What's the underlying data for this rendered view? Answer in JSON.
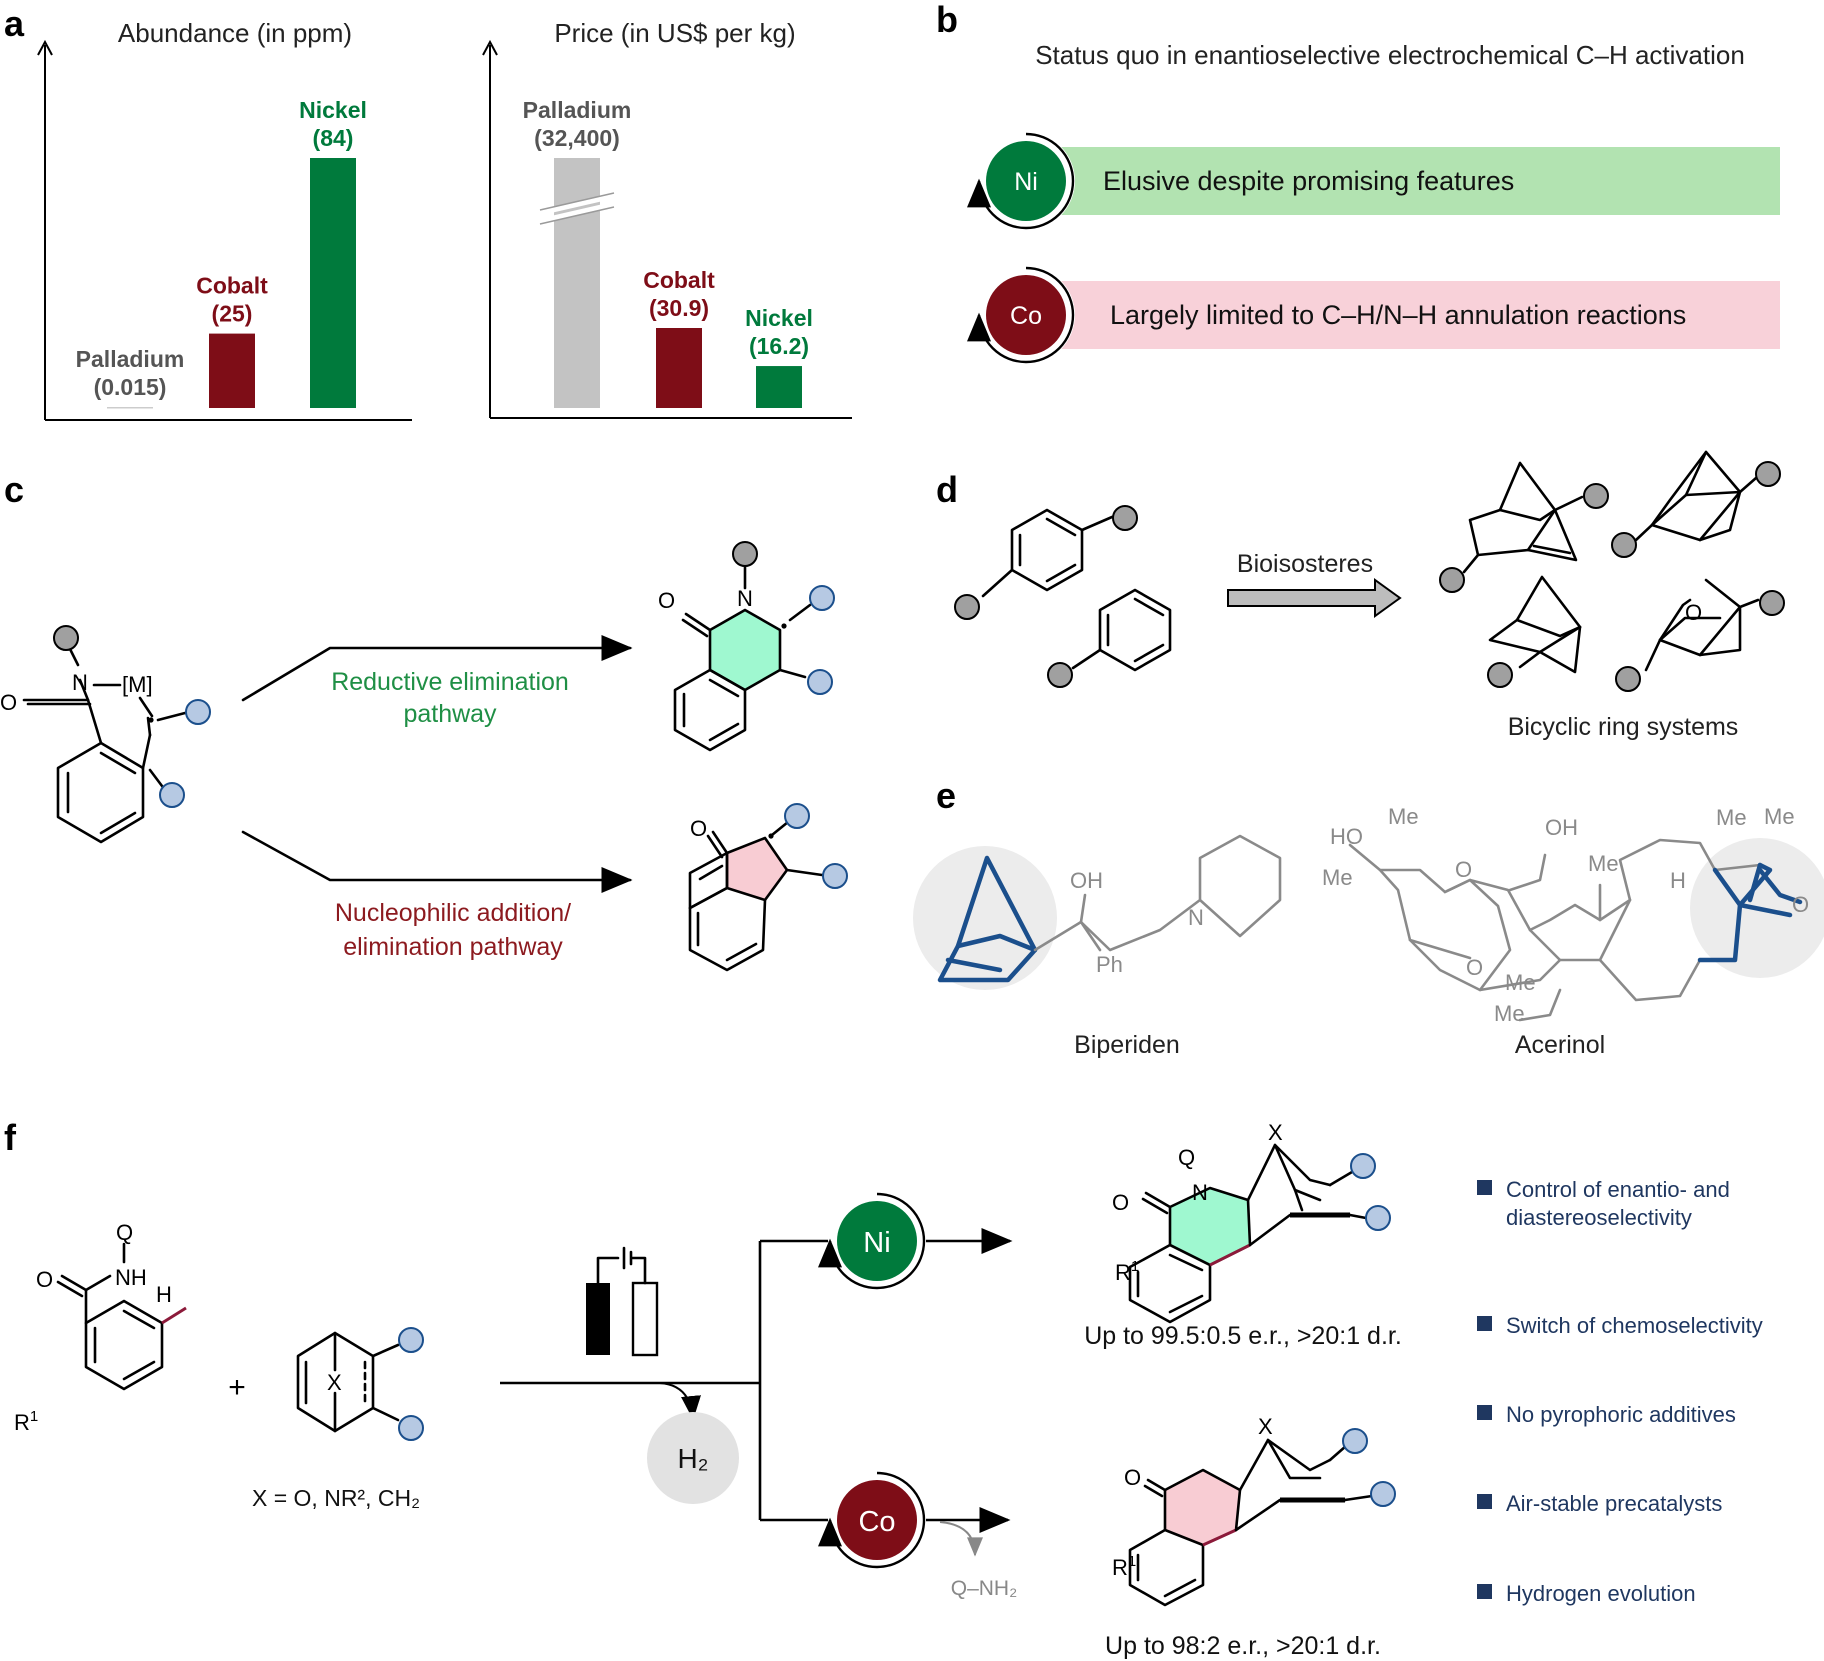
{
  "panels": {
    "a": "a",
    "b": "b",
    "c": "c",
    "d": "d",
    "e": "e",
    "f": "f"
  },
  "panel_a": {
    "charts": [
      {
        "title": "Abundance (in ppm)",
        "bars": [
          {
            "name": "Palladium",
            "value_label": "(0.015)",
            "value": 0.015,
            "color": "#cccccc",
            "label_color": "#555555"
          },
          {
            "name": "Cobalt",
            "value_label": "(25)",
            "value": 25,
            "color": "#7e0d17",
            "label_color": "#7e0d17"
          },
          {
            "name": "Nickel",
            "value_label": "(84)",
            "value": 84,
            "color": "#007a3c",
            "label_color": "#007a3c"
          }
        ]
      },
      {
        "title": "Price (in US$ per kg)",
        "bars": [
          {
            "name": "Palladium",
            "value_label": "(32,400)",
            "value": 32400,
            "color": "#c3c3c3",
            "label_color": "#555555",
            "axis_break": true
          },
          {
            "name": "Cobalt",
            "value_label": "(30.9)",
            "value": 30.9,
            "color": "#7e0d17",
            "label_color": "#7e0d17"
          },
          {
            "name": "Nickel",
            "value_label": "(16.2)",
            "value": 16.2,
            "color": "#007a3c",
            "label_color": "#007a3c"
          }
        ]
      }
    ]
  },
  "panel_b": {
    "title": "Status quo in enantioselective electrochemical C–H activation",
    "rows": [
      {
        "metal": "Ni",
        "text": "Elusive despite promising features",
        "circle": "#007a3c",
        "band": "#b2e3b1"
      },
      {
        "metal": "Co",
        "text": "Largely limited to C–H/N–H annulation reactions",
        "circle": "#7e0d17",
        "band": "#f8d1d9"
      }
    ]
  },
  "panel_c": {
    "pathway_top": [
      "Reductive elimination",
      "pathway"
    ],
    "pathway_bottom": [
      "Nucleophilic addition/",
      "elimination pathway"
    ],
    "metal": "[M]",
    "colors": {
      "top": "#1f8f45",
      "bottom": "#8c1a1f",
      "six_ring": "#9ff8d0",
      "five_ring": "#f8ccd3"
    }
  },
  "panel_d": {
    "arrow_label": "Bioisosteres",
    "caption": "Bicyclic ring systems"
  },
  "panel_e": {
    "biperiden": "Biperiden",
    "acerinol": "Acerinol",
    "atoms": {
      "oh": "OH",
      "ph": "Ph",
      "n": "N",
      "ho": "HO",
      "me": "Me",
      "o": "O",
      "h": "H"
    }
  },
  "panel_f": {
    "sm_labels": {
      "q": "Q",
      "nh": "NH",
      "o": "O",
      "h": "H",
      "r1": "R",
      "r1_sup": "1",
      "x": "X"
    },
    "x_def": "X = O, NR², CH₂",
    "h2": "H₂",
    "ni": "Ni",
    "co": "Co",
    "byproduct": "Q–NH₂",
    "plus": "+",
    "ni_result": "Up to 99.5:0.5 e.r., >20:1 d.r.",
    "co_result": "Up to 98:2 e.r., >20:1 d.r.",
    "bullets": [
      "Control of enantio- and",
      "diastereoselectivity",
      "Switch of chemoselectivity",
      "No pyrophoric additives",
      "Air-stable precatalysts",
      "Hydrogen evolution"
    ],
    "bullet_color": "#1f3760"
  }
}
